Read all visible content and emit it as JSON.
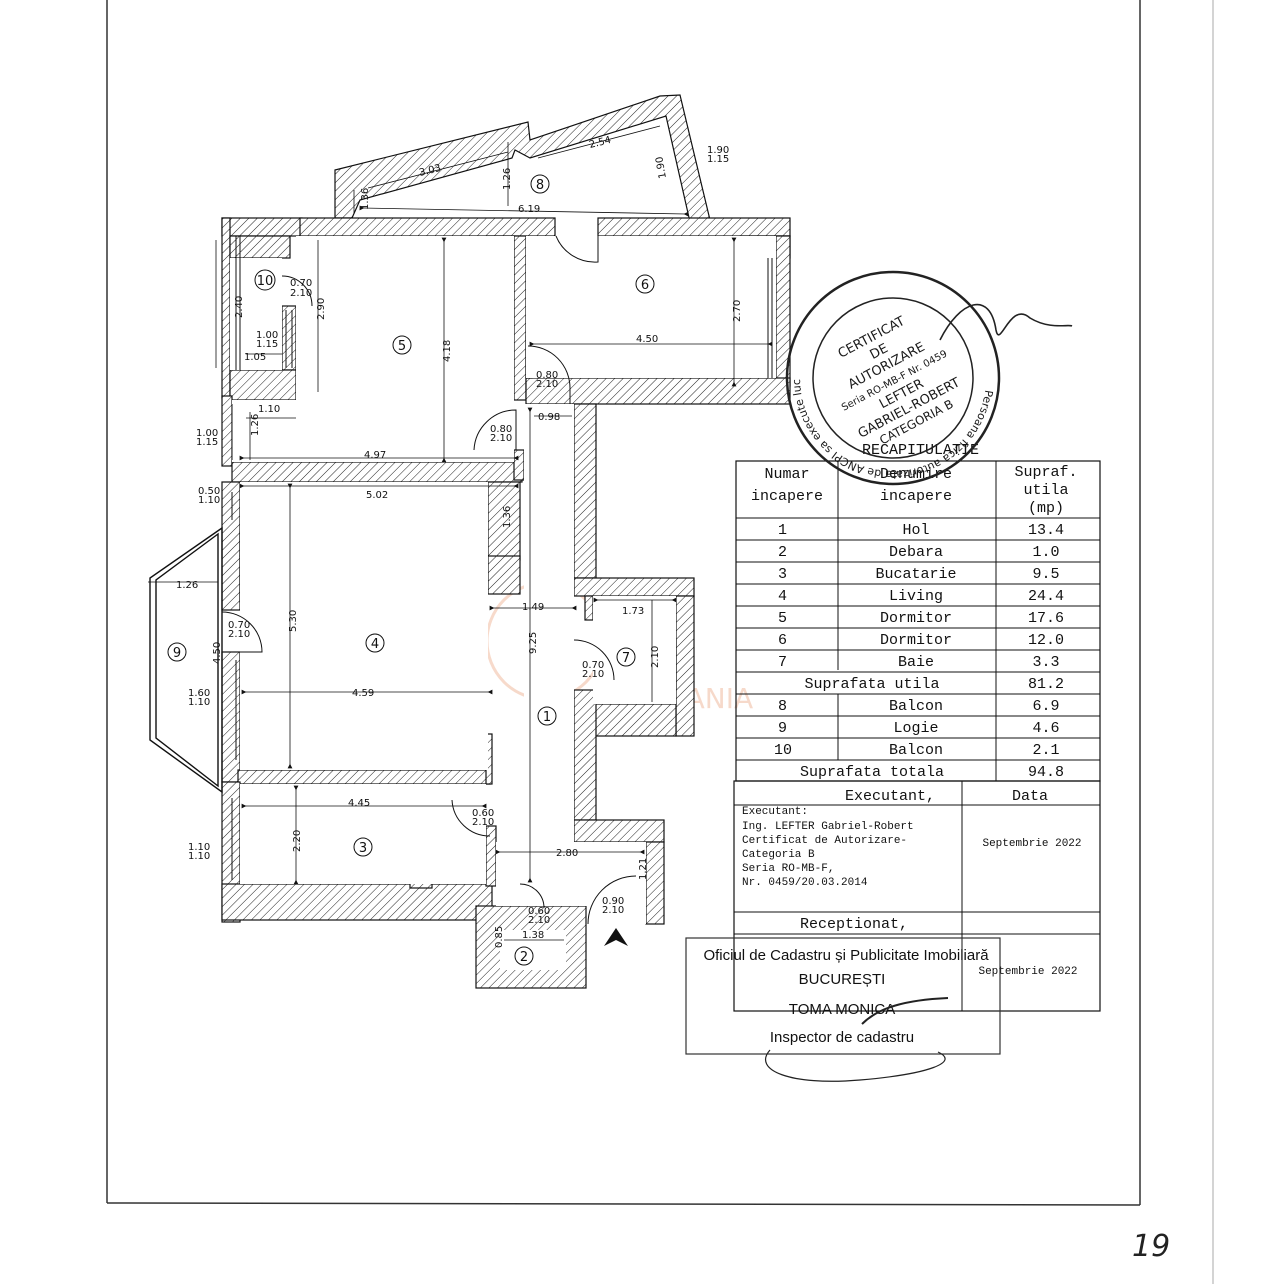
{
  "rooms": [
    {
      "number": "1"
    },
    {
      "number": "2"
    },
    {
      "number": "3"
    },
    {
      "number": "4"
    },
    {
      "number": "5"
    },
    {
      "number": "6"
    },
    {
      "number": "7"
    },
    {
      "number": "8"
    },
    {
      "number": "9"
    },
    {
      "number": "10"
    }
  ],
  "dimensions": {
    "d_303": "3.03",
    "d_254": "2.54",
    "d_126a": "1.26",
    "d_190": "1.90",
    "d_190_115": "1.90\n1.15",
    "d_619": "6.19",
    "d_136": "1.36",
    "d_070_210_a": "0.70\n2.10",
    "d_240": "2.40",
    "d_290": "2.90",
    "d_418": "4.18",
    "d_270": "2.70",
    "d_450": "4.50",
    "d_100_115_a": "1.00\n1.15",
    "d_105": "1.05",
    "d_080_210_a": "0.80\n2.10",
    "d_080_210_b": "0.80\n2.10",
    "d_110": "1.10",
    "d_098": "0.98",
    "d_100_115_b": "1.00\n1.15",
    "d_126b": "1.26",
    "d_497": "4.97",
    "d_050_110": "0.50\n1.10",
    "d_502": "5.02",
    "d_136b": "1.36",
    "d_126c": "1.26",
    "d_149": "1.49",
    "d_173": "1.73",
    "d_070_210_b": "0.70\n2.10",
    "d_530": "5.30",
    "d_925": "9.25",
    "d_210": "2.10",
    "d_070_210_c": "0.70\n2.10",
    "d_450b": "4.50",
    "d_160_110": "1.60\n1.10",
    "d_459": "4.59",
    "d_445": "4.45",
    "d_060_210_a": "0.60\n2.10",
    "d_110_110": "1.10\n1.10",
    "d_220": "2.20",
    "d_280": "2.80",
    "d_090_210": "0.90\n2.10",
    "d_121": "1.21",
    "d_060_210_b": "0.60\n2.10",
    "d_085": "0.85",
    "d_138": "1.38"
  },
  "recap": {
    "title": "RECAPITULATIE",
    "headers": {
      "num": [
        "Numar",
        "incapere"
      ],
      "den": [
        "Denumire",
        "incapere"
      ],
      "sup": [
        "Supraf.",
        "utila",
        "(mp)"
      ]
    },
    "rows": [
      {
        "nr": "1",
        "name": "Hol",
        "area": "13.4"
      },
      {
        "nr": "2",
        "name": "Debara",
        "area": "1.0"
      },
      {
        "nr": "3",
        "name": "Bucatarie",
        "area": "9.5"
      },
      {
        "nr": "4",
        "name": "Living",
        "area": "24.4"
      },
      {
        "nr": "5",
        "name": "Dormitor",
        "area": "17.6"
      },
      {
        "nr": "6",
        "name": "Dormitor",
        "area": "12.0"
      },
      {
        "nr": "7",
        "name": "Baie",
        "area": "3.3"
      }
    ],
    "useful_label": "Suprafata utila",
    "useful_value": "81.2",
    "rows2": [
      {
        "nr": "8",
        "name": "Balcon",
        "area": "6.9"
      },
      {
        "nr": "9",
        "name": "Logie",
        "area": "4.6"
      },
      {
        "nr": "10",
        "name": "Balcon",
        "area": "2.1"
      }
    ],
    "total_label": "Suprafata totala",
    "total_value": "94.8"
  },
  "executant": {
    "header_left": "Executant,",
    "header_right": "Data",
    "lines": [
      "Executant:",
      "Ing. LEFTER Gabriel-Robert",
      "  Certificat de Autorizare-",
      "  Categoria B",
      "  Seria RO-MB-F,",
      "  Nr. 0459/20.03.2014"
    ],
    "date": "Septembrie 2022"
  },
  "receptionat": {
    "header": "Receptionat,",
    "date": "Septembrie 2022",
    "office_line1": "Oficiul de Cadastru și Publicitate Imobiliară",
    "office_line2": "BUCUREȘTI",
    "office_name": "TOMA MONICA",
    "office_role": "Inspector de cadastru"
  },
  "stamp": {
    "ring_text": "Persoana fizica autorizata de ANCPI sa execute lucrari de cadastru Geodezie Cartografie",
    "line1": "CERTIFICAT",
    "line2": "DE",
    "line3": "AUTORIZARE",
    "line4": "Seria RO-MB-F Nr. 0459",
    "line5": "LEFTER",
    "line6": "GABRIEL-ROBERT",
    "line7": "CATEGORIA B"
  },
  "watermark": "ROMANIA",
  "page_mark": "19"
}
